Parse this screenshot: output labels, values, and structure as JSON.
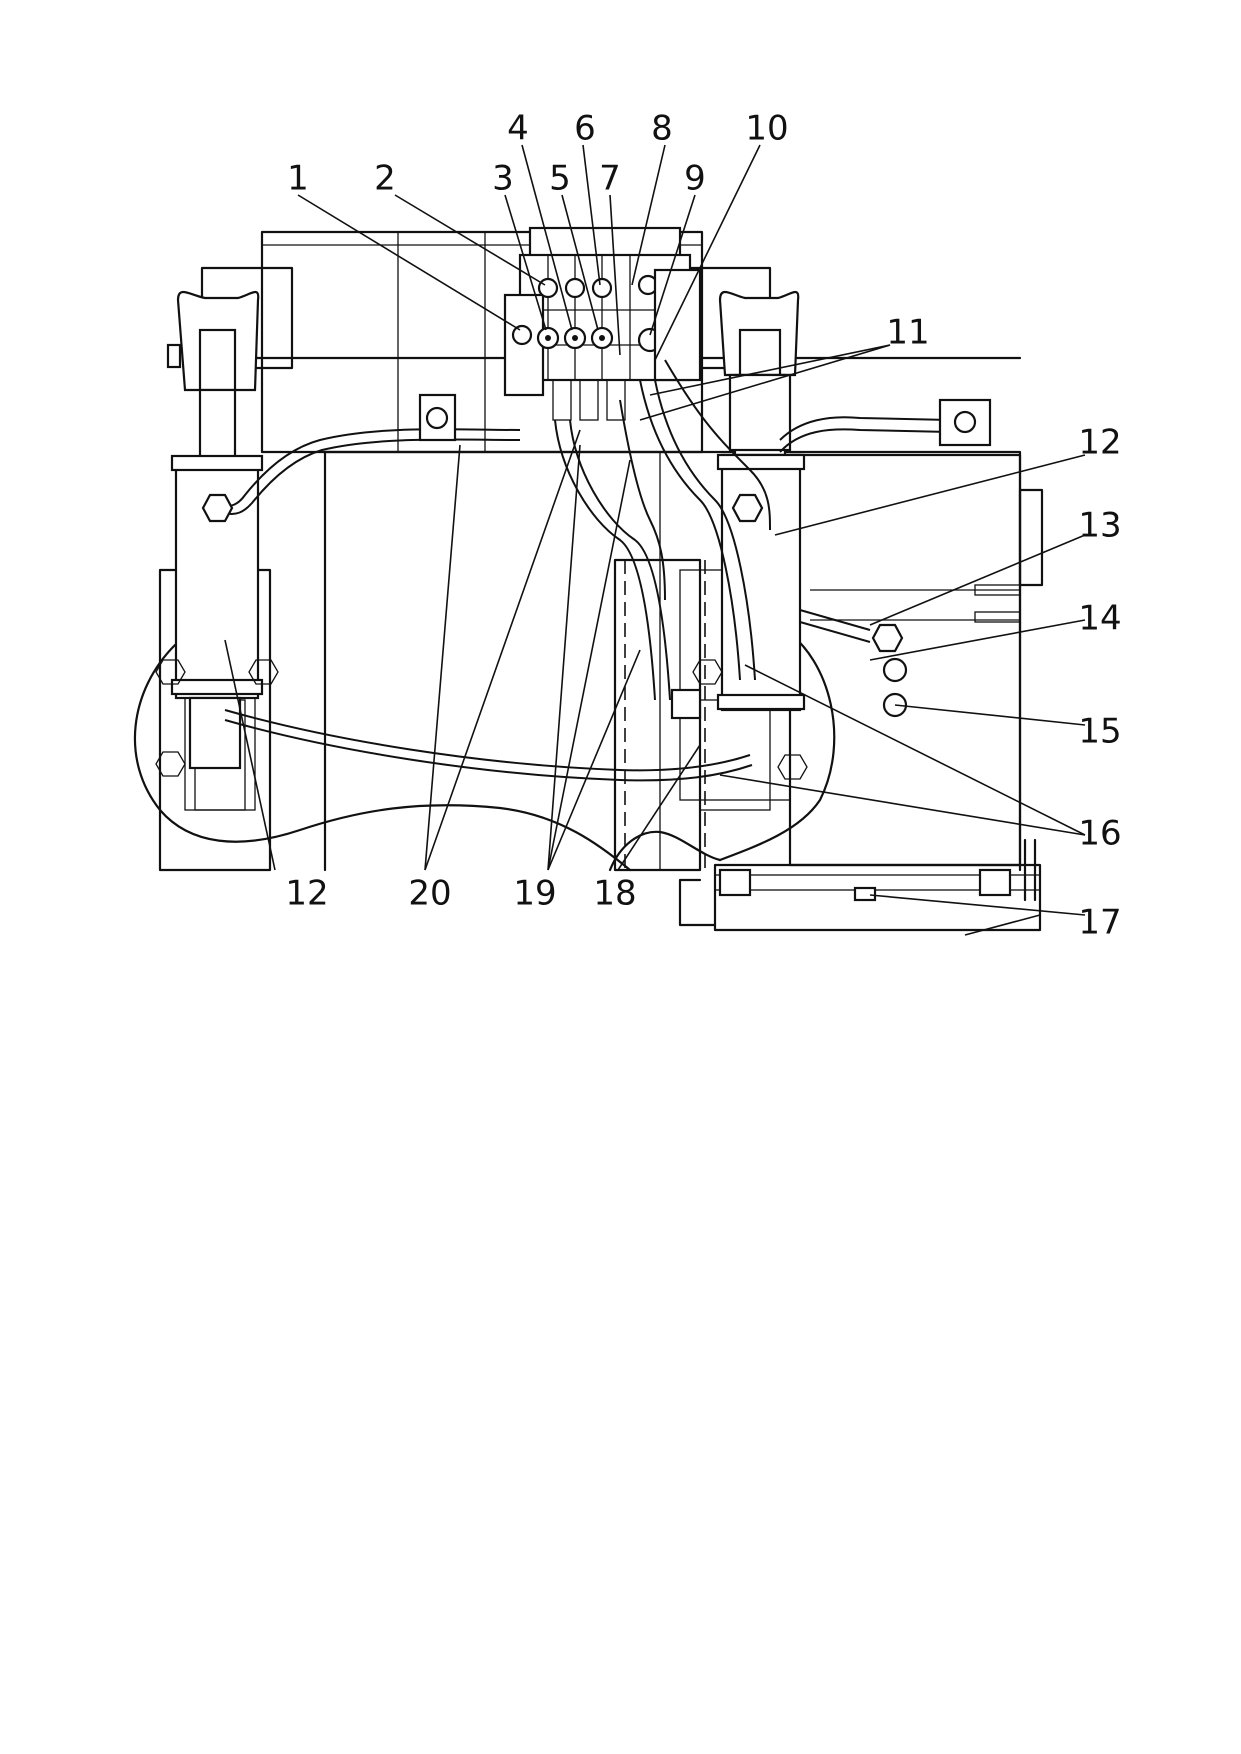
{
  "diagram": {
    "callouts": [
      {
        "id": "1",
        "label": "1"
      },
      {
        "id": "2",
        "label": "2"
      },
      {
        "id": "3",
        "label": "3"
      },
      {
        "id": "4",
        "label": "4"
      },
      {
        "id": "5",
        "label": "5"
      },
      {
        "id": "6",
        "label": "6"
      },
      {
        "id": "7",
        "label": "7"
      },
      {
        "id": "8",
        "label": "8"
      },
      {
        "id": "9",
        "label": "9"
      },
      {
        "id": "10",
        "label": "10"
      },
      {
        "id": "11",
        "label": "11"
      },
      {
        "id": "12a",
        "label": "12"
      },
      {
        "id": "12b",
        "label": "12"
      },
      {
        "id": "13",
        "label": "13"
      },
      {
        "id": "14",
        "label": "14"
      },
      {
        "id": "15",
        "label": "15"
      },
      {
        "id": "16",
        "label": "16"
      },
      {
        "id": "17",
        "label": "17"
      },
      {
        "id": "18",
        "label": "18"
      },
      {
        "id": "19",
        "label": "19"
      },
      {
        "id": "20",
        "label": "20"
      }
    ]
  }
}
